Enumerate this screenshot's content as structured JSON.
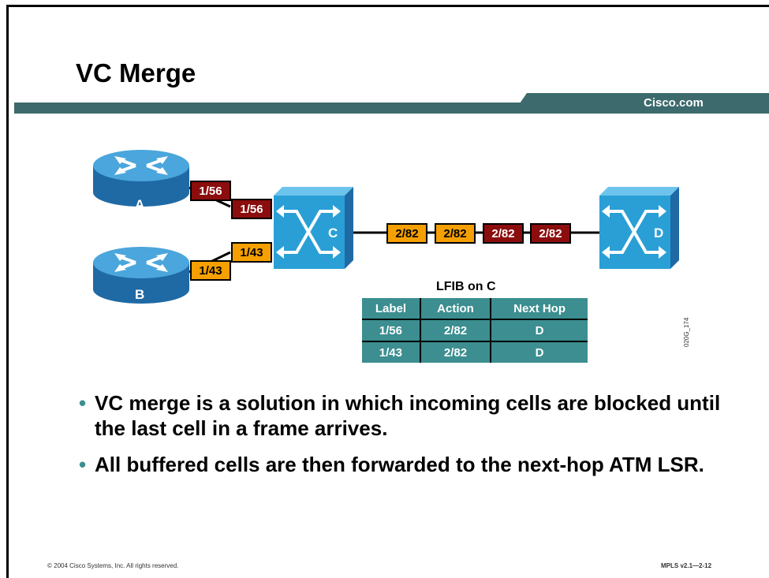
{
  "slide": {
    "title": "VC Merge",
    "brand": "Cisco.com",
    "footer_left": "© 2004 Cisco Systems, Inc. All rights reserved.",
    "footer_right": "MPLS v2.1—2-12",
    "figure_id": "020G_174"
  },
  "diagram": {
    "routers": [
      {
        "name": "A"
      },
      {
        "name": "B"
      }
    ],
    "switches": [
      {
        "name": "C"
      },
      {
        "name": "D"
      }
    ],
    "labels": {
      "a_out": "1/56",
      "a_in_c": "1/56",
      "b_out": "1/43",
      "b_in_c": "1/43",
      "cd_1": "2/82",
      "cd_2": "2/82",
      "cd_3": "2/82",
      "cd_4": "2/82"
    }
  },
  "lfib": {
    "title": "LFIB on C",
    "headers": [
      "Label",
      "Action",
      "Next Hop"
    ],
    "rows": [
      [
        "1/56",
        "2/82",
        "D"
      ],
      [
        "1/43",
        "2/82",
        "D"
      ]
    ]
  },
  "bullets": [
    "VC merge is a solution in which incoming cells are blocked until the last cell in a frame arrives.",
    "All buffered cells are then forwarded to the next-hop ATM LSR."
  ],
  "colors": {
    "teal": "#3c8e90",
    "dark_red": "#8b0d0d",
    "orange": "#f5a000",
    "router_blue": "#2f86c5",
    "switch_blue": "#2a9fd6"
  }
}
